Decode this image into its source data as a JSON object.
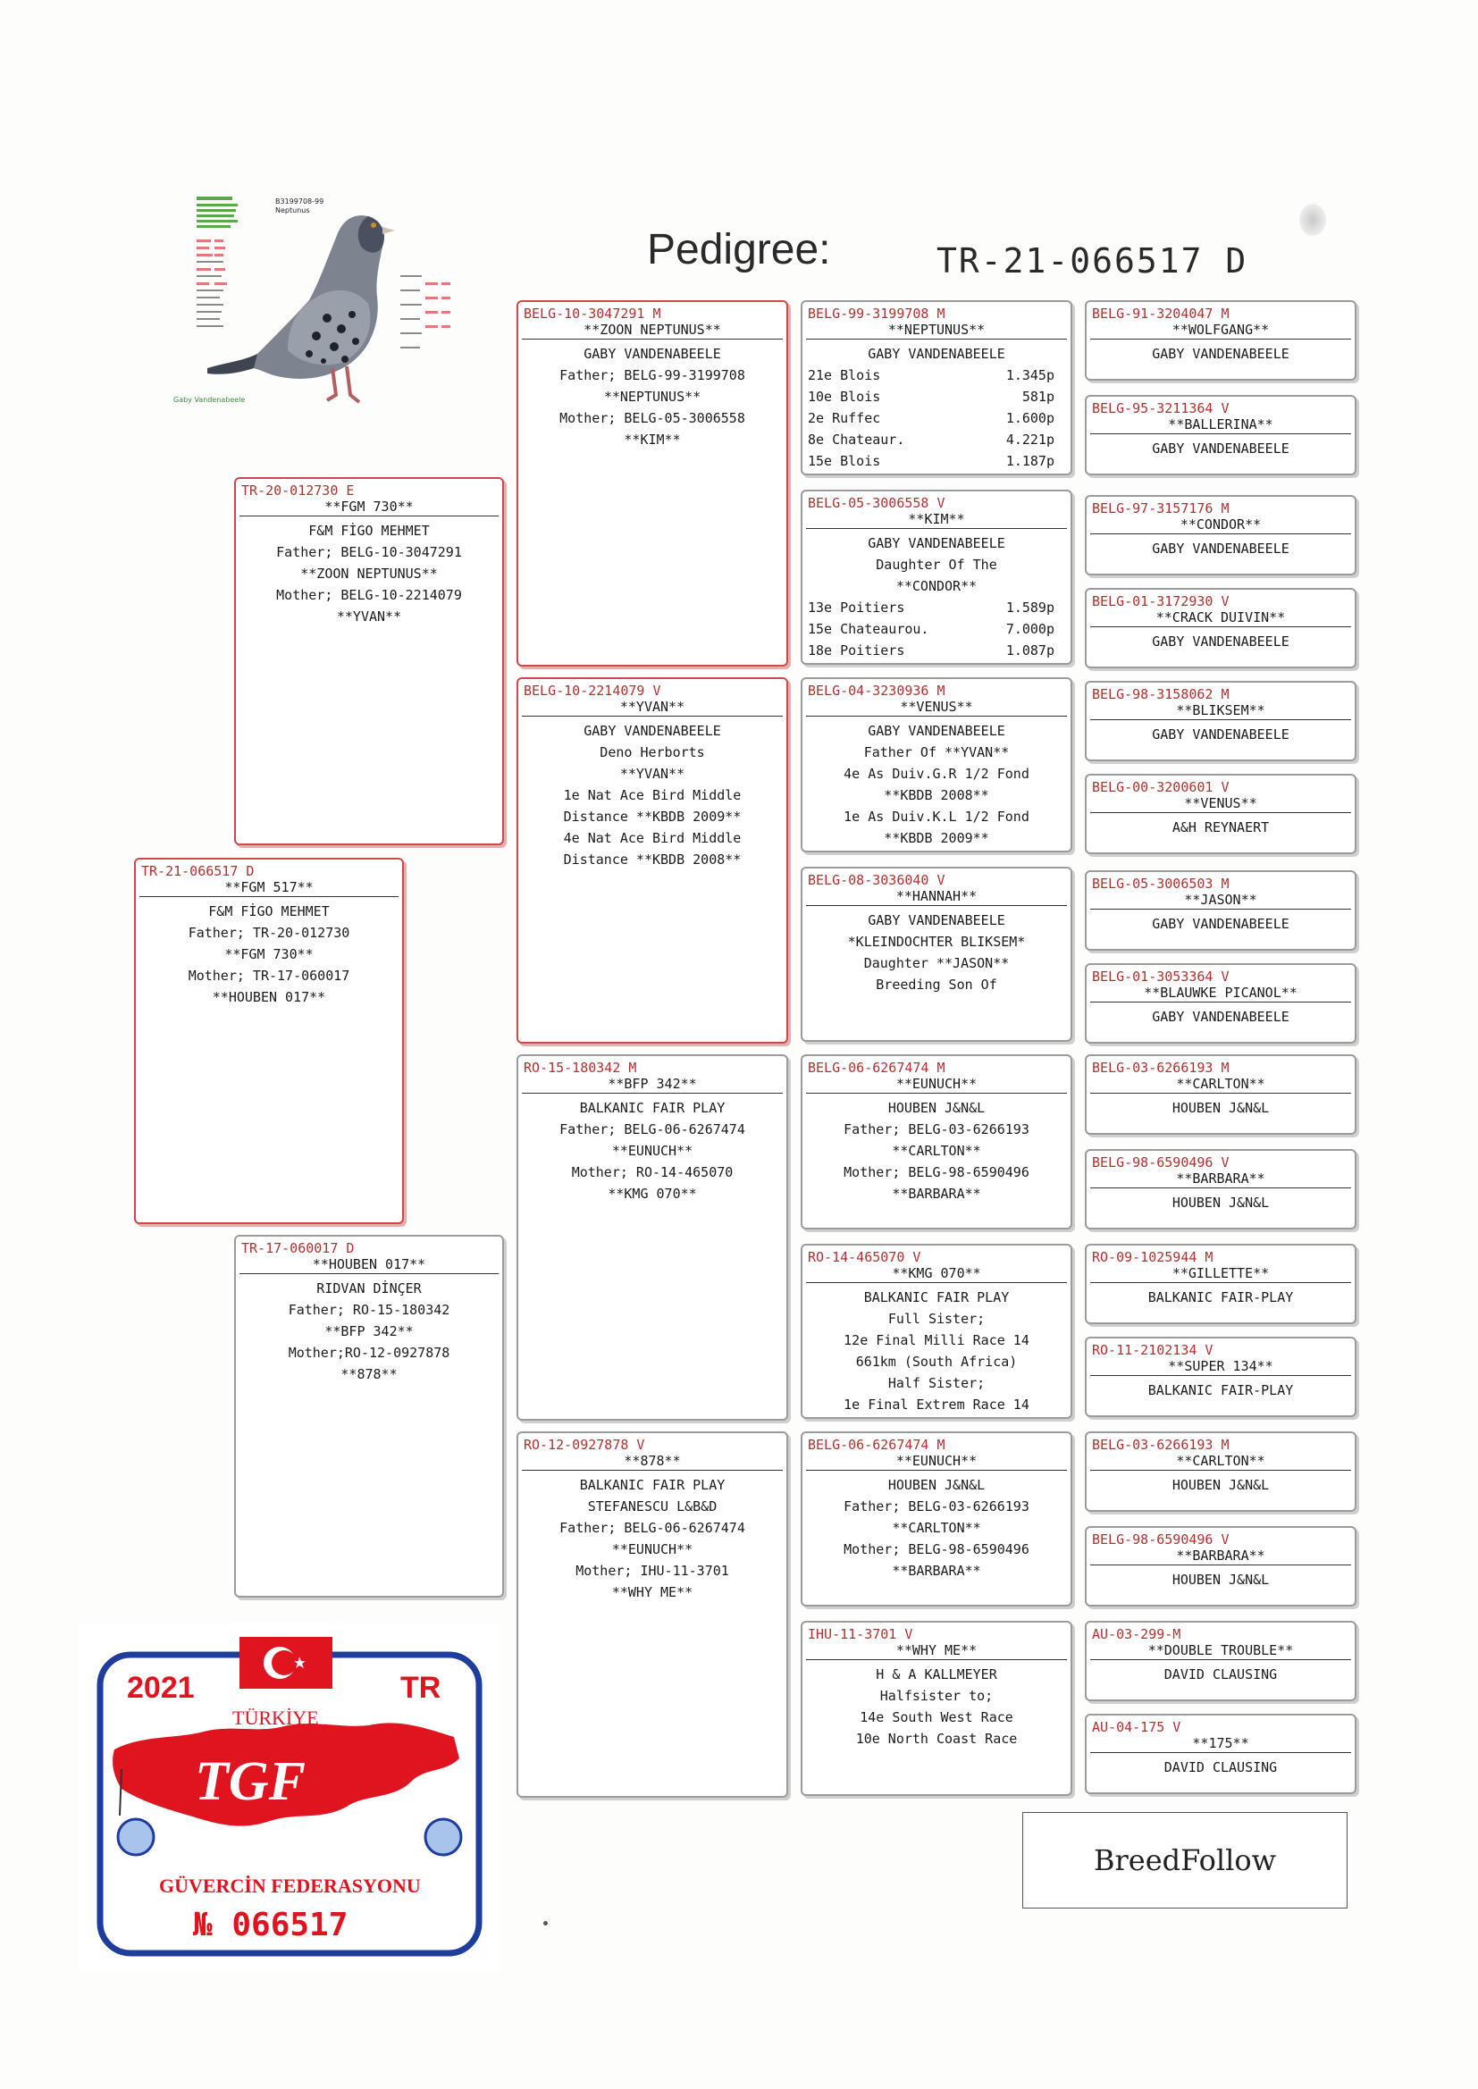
{
  "header": {
    "title": "Pedigree:",
    "ring": "TR-21-066517 D"
  },
  "photo": {
    "ring": "B3199708-99",
    "name": "Neptunus",
    "owner": "Gaby Vandenabeele"
  },
  "subject": {
    "ring": "TR-21-066517 D",
    "name": "**FGM 517**",
    "lines": [
      "F&M FİGO MEHMET",
      "Father; TR-20-012730",
      "**FGM 730**",
      "Mother; TR-17-060017",
      "**HOUBEN 017**"
    ]
  },
  "gen1": [
    {
      "ring": "TR-20-012730 E",
      "name": "**FGM 730**",
      "lines": [
        "F&M FİGO MEHMET",
        "Father; BELG-10-3047291",
        "**ZOON NEPTUNUS**",
        "Mother; BELG-10-2214079",
        "**YVAN**"
      ]
    },
    {
      "ring": "TR-17-060017 D",
      "name": "**HOUBEN 017**",
      "lines": [
        "RIDVAN DİNÇER",
        "Father; RO-15-180342",
        "**BFP 342**",
        "Mother;RO-12-0927878",
        "**878**"
      ]
    }
  ],
  "gen2": [
    {
      "ring": "BELG-10-3047291 M",
      "name": "**ZOON NEPTUNUS**",
      "lines": [
        "GABY VANDENABEELE",
        "Father; BELG-99-3199708",
        "**NEPTUNUS**",
        "Mother; BELG-05-3006558",
        "**KIM**"
      ]
    },
    {
      "ring": "BELG-10-2214079 V",
      "name": "**YVAN**",
      "lines": [
        "GABY VANDENABEELE",
        "Deno Herborts",
        "**YVAN**",
        "1e Nat Ace Bird Middle",
        "Distance **KBDB 2009**",
        "4e Nat Ace Bird Middle",
        "Distance **KBDB 2008**"
      ]
    },
    {
      "ring": "RO-15-180342 M",
      "name": "**BFP 342**",
      "lines": [
        "BALKANIC FAIR PLAY",
        "Father; BELG-06-6267474",
        "**EUNUCH**",
        "Mother; RO-14-465070",
        "**KMG 070**"
      ]
    },
    {
      "ring": "RO-12-0927878 V",
      "name": "**878**",
      "lines": [
        "BALKANIC FAIR PLAY",
        "STEFANESCU L&B&D",
        "Father; BELG-06-6267474",
        "**EUNUCH**",
        "Mother; IHU-11-3701",
        "**WHY ME**"
      ]
    }
  ],
  "gen3": [
    {
      "ring": "BELG-99-3199708 M",
      "name": "**NEPTUNUS**",
      "lines": [
        "GABY VANDENABEELE"
      ],
      "results": [
        [
          "21e Blois",
          "1.345p"
        ],
        [
          "10e Blois",
          "581p"
        ],
        [
          "2e  Ruffec",
          "1.600p"
        ],
        [
          "8e  Chateaur.",
          "4.221p"
        ],
        [
          "15e Blois",
          "1.187p"
        ]
      ]
    },
    {
      "ring": "BELG-05-3006558 V",
      "name": "**KIM**",
      "lines": [
        "GABY VANDENABEELE",
        "Daughter Of The",
        "**CONDOR**"
      ],
      "results": [
        [
          "13e Poitiers",
          "1.589p"
        ],
        [
          "15e Chateaurou.",
          "7.000p"
        ],
        [
          "18e Poitiers",
          "1.087p"
        ]
      ]
    },
    {
      "ring": "BELG-04-3230936 M",
      "name": "**VENUS**",
      "lines": [
        "GABY VANDENABEELE",
        "Father Of **YVAN**",
        "4e As Duiv.G.R 1/2 Fond",
        "**KBDB 2008**",
        "1e As Duiv.K.L 1/2 Fond",
        "**KBDB 2009**"
      ],
      "results": []
    },
    {
      "ring": "BELG-08-3036040 V",
      "name": "**HANNAH**",
      "lines": [
        "GABY VANDENABEELE",
        "*KLEINDOCHTER BLIKSEM*",
        "Daughter **JASON**",
        "Breeding Son Of"
      ],
      "results": []
    },
    {
      "ring": "BELG-06-6267474 M",
      "name": "**EUNUCH**",
      "lines": [
        "HOUBEN J&N&L",
        "Father; BELG-03-6266193",
        "**CARLTON**",
        "Mother; BELG-98-6590496",
        "**BARBARA**"
      ],
      "results": []
    },
    {
      "ring": "RO-14-465070 V",
      "name": "**KMG 070**",
      "lines": [
        "BALKANIC FAIR PLAY",
        "Full Sister;",
        "12e Final Milli Race 14",
        "661km (South Africa)",
        "Half Sister;",
        "1e Final Extrem Race 14"
      ],
      "results": []
    },
    {
      "ring": "BELG-06-6267474 M",
      "name": "**EUNUCH**",
      "lines": [
        "HOUBEN J&N&L",
        "Father; BELG-03-6266193",
        "**CARLTON**",
        "Mother; BELG-98-6590496",
        "**BARBARA**"
      ],
      "results": []
    },
    {
      "ring": "IHU-11-3701 V",
      "name": "**WHY ME**",
      "lines": [
        "H & A KALLMEYER",
        "Halfsister to;",
        "14e South West Race",
        "10e North Coast Race"
      ],
      "results": []
    }
  ],
  "gen4": [
    {
      "ring": "BELG-91-3204047 M",
      "name": "**WOLFGANG**",
      "owner": "GABY VANDENABEELE"
    },
    {
      "ring": "BELG-95-3211364 V",
      "name": "**BALLERINA**",
      "owner": "GABY VANDENABEELE"
    },
    {
      "ring": "BELG-97-3157176 M",
      "name": "**CONDOR**",
      "owner": "GABY VANDENABEELE"
    },
    {
      "ring": "BELG-01-3172930 V",
      "name": "**CRACK DUIVIN**",
      "owner": "GABY VANDENABEELE"
    },
    {
      "ring": "BELG-98-3158062 M",
      "name": "**BLIKSEM**",
      "owner": "GABY VANDENABEELE"
    },
    {
      "ring": "BELG-00-3200601 V",
      "name": "**VENUS**",
      "owner": "A&H REYNAERT"
    },
    {
      "ring": "BELG-05-3006503 M",
      "name": "**JASON**",
      "owner": "GABY VANDENABEELE"
    },
    {
      "ring": "BELG-01-3053364 V",
      "name": "**BLAUWKE PICANOL**",
      "owner": "GABY VANDENABEELE"
    },
    {
      "ring": "BELG-03-6266193 M",
      "name": "**CARLTON**",
      "owner": "HOUBEN J&N&L"
    },
    {
      "ring": "BELG-98-6590496 V",
      "name": "**BARBARA**",
      "owner": "HOUBEN J&N&L"
    },
    {
      "ring": "RO-09-1025944 M",
      "name": "**GILLETTE**",
      "owner": "BALKANIC FAIR-PLAY"
    },
    {
      "ring": "RO-11-2102134 V",
      "name": "**SUPER 134**",
      "owner": "BALKANIC FAIR-PLAY"
    },
    {
      "ring": "BELG-03-6266193 M",
      "name": "**CARLTON**",
      "owner": "HOUBEN J&N&L"
    },
    {
      "ring": "BELG-98-6590496 V",
      "name": "**BARBARA**",
      "owner": "HOUBEN J&N&L"
    },
    {
      "ring": "AU-03-299-M",
      "name": "**DOUBLE TROUBLE**",
      "owner": "DAVID CLAUSING"
    },
    {
      "ring": "AU-04-175 V",
      "name": "**175**",
      "owner": "DAVID CLAUSING"
    }
  ],
  "tgf": {
    "year": "2021",
    "country": "TR",
    "nation": "TÜRKİYE",
    "logo": "TGF",
    "federation": "GÜVERCİN FEDERASYONU",
    "number": "№ 066517"
  },
  "brand": "BreedFollow",
  "colors": {
    "red_border": "#d04848",
    "grey_border": "#9b9b9b",
    "ring_text": "#b33030",
    "flag_red": "#e0141e",
    "tgf_blue": "#1f3d9c"
  }
}
